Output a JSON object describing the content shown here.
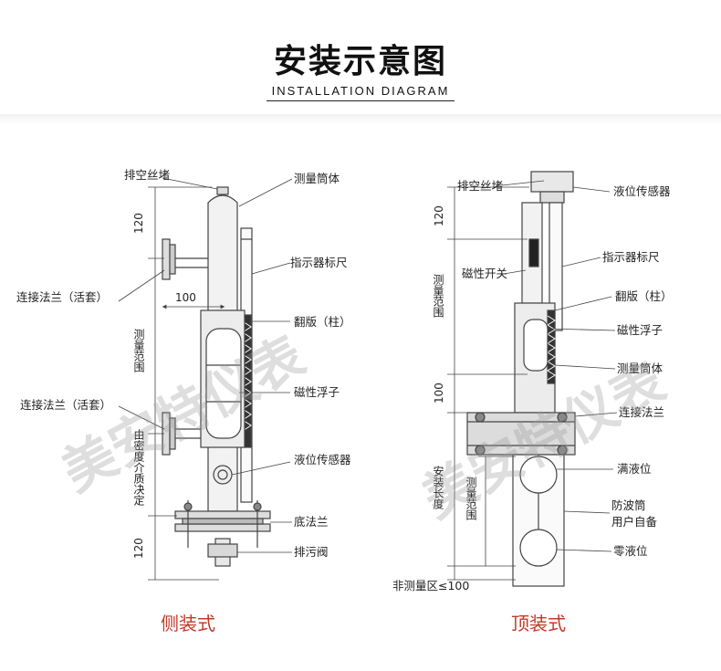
{
  "title": {
    "zh": "安装示意图",
    "en": "INSTALLATION DIAGRAM"
  },
  "watermark": "美安特仪表",
  "side_mount": {
    "caption": "侧装式",
    "labels": {
      "vent_plug": "排空丝堵",
      "measure_tube": "测量筒体",
      "indicator_scale": "指示器标尺",
      "flange_loose_1": "连接法兰（活套）",
      "flip_plate": "翻版（柱）",
      "magnetic_float": "磁性浮子",
      "flange_loose_2": "连接法兰（活套）",
      "level_sensor": "液位传感器",
      "bottom_flange": "底法兰",
      "drain_valve": "排污阀"
    },
    "dims": {
      "top": "120",
      "offset": "100",
      "range": "测量范围",
      "medium": "由密度介质决定",
      "bottom": "120"
    }
  },
  "top_mount": {
    "caption": "顶装式",
    "labels": {
      "vent_plug": "排空丝堵",
      "level_sensor": "液位传感器",
      "indicator_scale": "指示器标尺",
      "magnetic_switch": "磁性开关",
      "flip_plate": "翻版（柱）",
      "magnetic_float": "磁性浮子",
      "measure_tube": "测量筒体",
      "connect_flange": "连接法兰",
      "full_level": "满液位",
      "wave_tube": "防波筒",
      "user_prepared": "用户自备",
      "zero_level": "零液位"
    },
    "dims": {
      "top": "120",
      "range": "测量范围",
      "mid": "100",
      "install_len": "安装长度",
      "range2": "测量范围",
      "non_measure": "非测量区≤100"
    }
  }
}
